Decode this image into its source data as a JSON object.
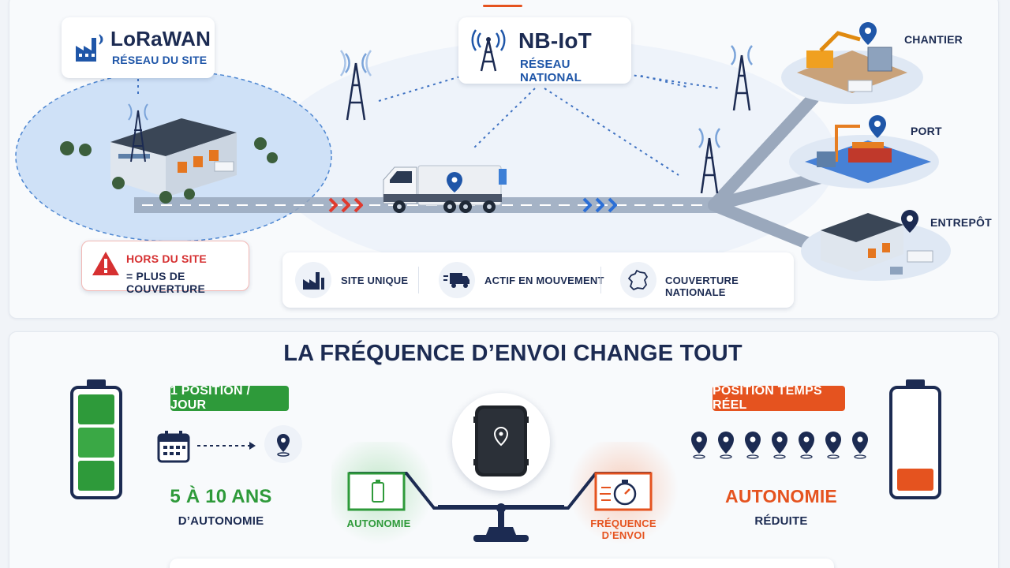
{
  "lorawan": {
    "title": "LoRaWAN",
    "subtitle": "RÉSEAU DU SITE"
  },
  "nbiot": {
    "title": "NB-IoT",
    "subtitle": "RÉSEAU NATIONAL"
  },
  "warning": {
    "line1": "HORS DU SITE",
    "line2": "= PLUS DE COUVERTURE"
  },
  "destinations": {
    "chantier": "CHANTIER",
    "port": "PORT",
    "entrepot": "ENTREPÔT"
  },
  "features": [
    {
      "icon": "factory-icon",
      "label": "SITE UNIQUE"
    },
    {
      "icon": "moving-truck-icon",
      "label": "ACTIF EN MOUVEMENT"
    },
    {
      "icon": "france-map-icon",
      "label": "COUVERTURE NATIONALE"
    }
  ],
  "frequency": {
    "title": "LA FRÉQUENCE D’ENVOI CHANGE TOUT",
    "left": {
      "chip": "1 POSITION / JOUR",
      "value": "5 À 10 ANS",
      "caption": "D’AUTONOMIE",
      "battery_level": 1.0
    },
    "right": {
      "chip": "POSITION TEMPS RÉEL",
      "value": "AUTONOMIE",
      "caption": "RÉDUITE",
      "battery_level": 0.2
    },
    "scale": {
      "left_label": "AUTONOMIE",
      "right_label": "FRÉQUENCE D’ENVOI"
    }
  },
  "colors": {
    "navy": "#1c2b52",
    "blue": "#1f56a8",
    "green": "#2e9a3a",
    "orange": "#e5531f",
    "red": "#d63031"
  }
}
